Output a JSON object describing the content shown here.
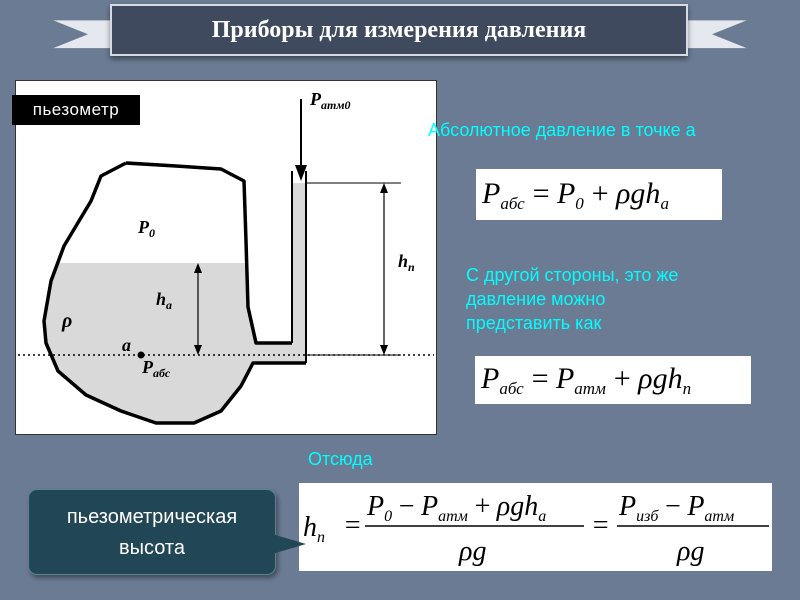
{
  "header": {
    "title": "Приборы для измерения давления"
  },
  "diagram": {
    "tag": "пьезометр",
    "labels": {
      "p_atm0": "P",
      "p_atm0_sub": "атм0",
      "p0": "P",
      "p0_sub": "0",
      "rho": "ρ",
      "a": "a",
      "p_abs": "P",
      "p_abs_sub": "абс",
      "h_a": "h",
      "h_a_sub": "a",
      "h_n": "h",
      "h_n_sub": "n"
    }
  },
  "text": {
    "absolute": "Абсолютное давление в точке а",
    "other_side": [
      "С другой стороны, это же",
      "давление можно",
      "представить как"
    ],
    "hence": "Отсюда",
    "callout": "пьезометрическая высота"
  },
  "formulas": {
    "f1": {
      "lhs": "P",
      "lhs_sub": "абс",
      "eq": "=",
      "t1": "P",
      "t1_sub": "0",
      "plus": "+",
      "rho_g_h": "ρgh",
      "h_sub": "a"
    },
    "f2": {
      "lhs": "P",
      "lhs_sub": "абс",
      "eq": "=",
      "t1": "P",
      "t1_sub": "атм",
      "plus": "+",
      "rho_g_h": "ρgh",
      "h_sub": "n"
    },
    "f3": {
      "lhs": "h",
      "lhs_sub": "n",
      "eq1": "=",
      "num1_a": "P",
      "num1_a_sub": "0",
      "minus1": "−",
      "num1_b": "P",
      "num1_b_sub": "атм",
      "plus1": "+",
      "num1_c": "ρgh",
      "num1_c_sub": "a",
      "den1": "ρg",
      "eq2": "=",
      "num2_a": "P",
      "num2_a_sub": "изб",
      "minus2": "−",
      "num2_b": "P",
      "num2_b_sub": "атм",
      "den2": "ρg"
    }
  },
  "colors": {
    "background": "#6b7b94",
    "title_box": "#3f4a5e",
    "note_text": "#00ffff",
    "callout_bg": "#214655",
    "liquid": "#d9d9d9"
  }
}
